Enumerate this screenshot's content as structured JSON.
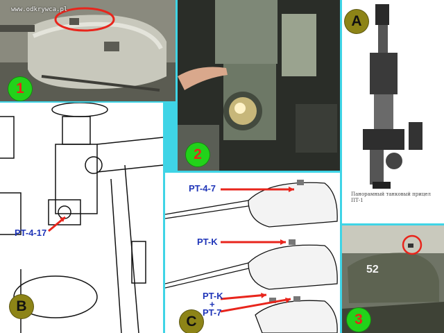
{
  "watermark": "www.odkrywca.pl",
  "badges": {
    "b1": "1",
    "b2": "2",
    "b3": "3",
    "bA": "A",
    "bB": "B",
    "bC": "C"
  },
  "labels": {
    "pt417": "PT-4-17",
    "pt47": "PT-4-7",
    "ptk": "PT-K",
    "ptk_combo_a": "PT-K",
    "ptk_combo_plus": "+",
    "ptk_combo_b": "PT-7"
  },
  "caption": {
    "line1": "Панорамный танковый прицел",
    "line2": "ПТ-1"
  },
  "tank_number": "52",
  "colors": {
    "accent_red": "#e8251c",
    "badge_green": "#22d21a",
    "badge_olive": "#8d8417",
    "label_blue": "#1f35b8",
    "border_cyan": "#3fd4e6"
  }
}
